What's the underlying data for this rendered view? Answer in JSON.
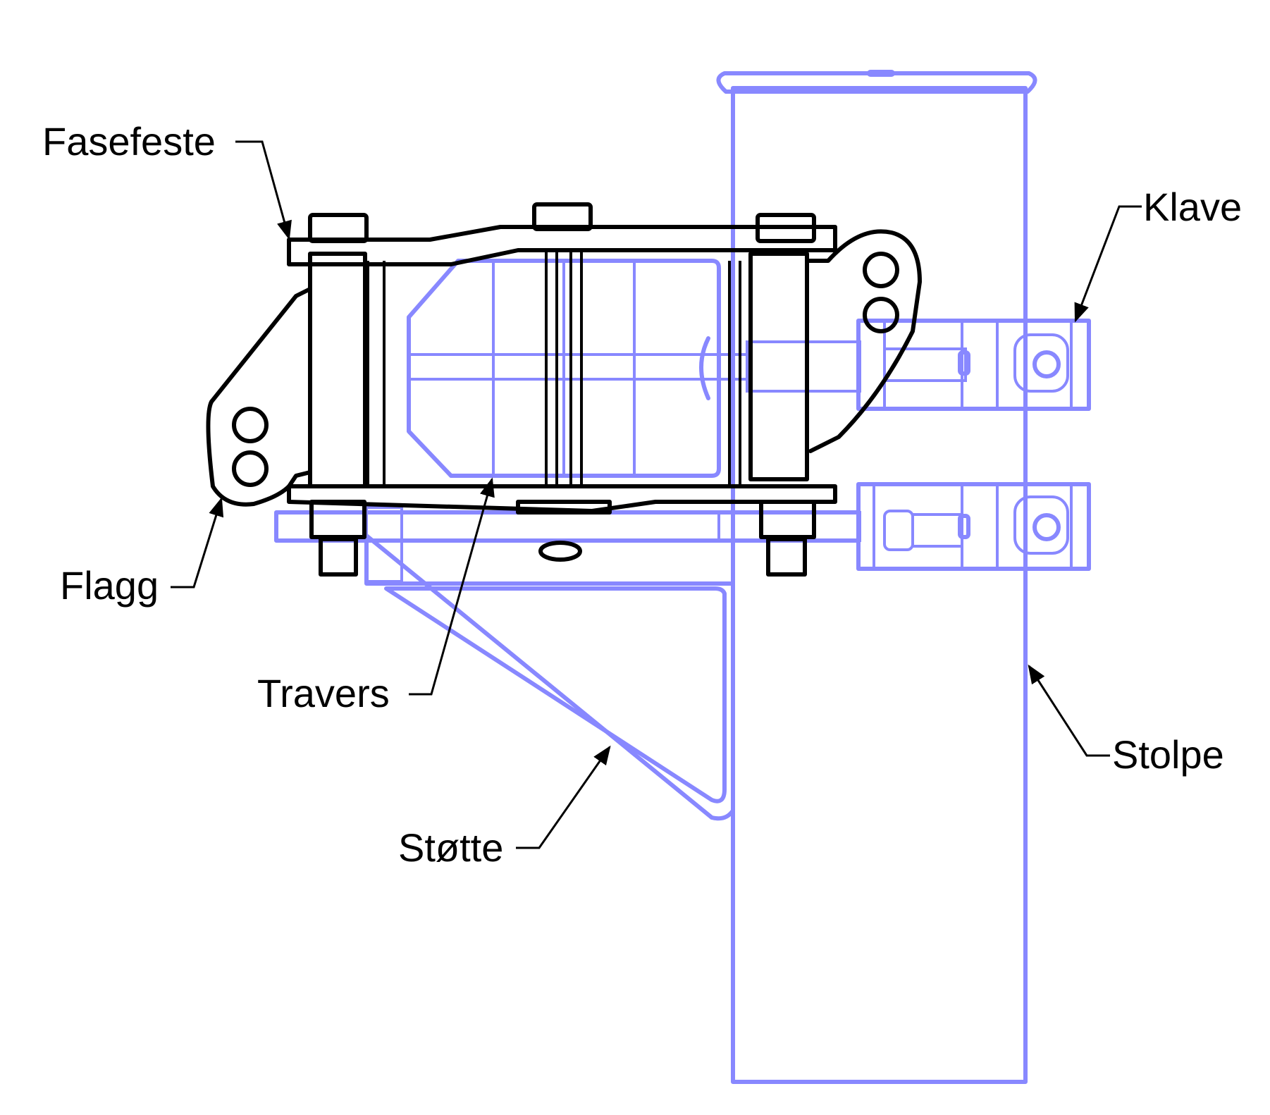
{
  "diagram": {
    "colors": {
      "pole_assembly": "#8888ff",
      "crossarm_assembly": "#000000",
      "background": "#ffffff"
    },
    "labels": {
      "fasefeste": "Fasefeste",
      "klave": "Klave",
      "flagg": "Flagg",
      "travers": "Travers",
      "stolpe": "Stolpe",
      "stotte": "Støtte"
    }
  }
}
